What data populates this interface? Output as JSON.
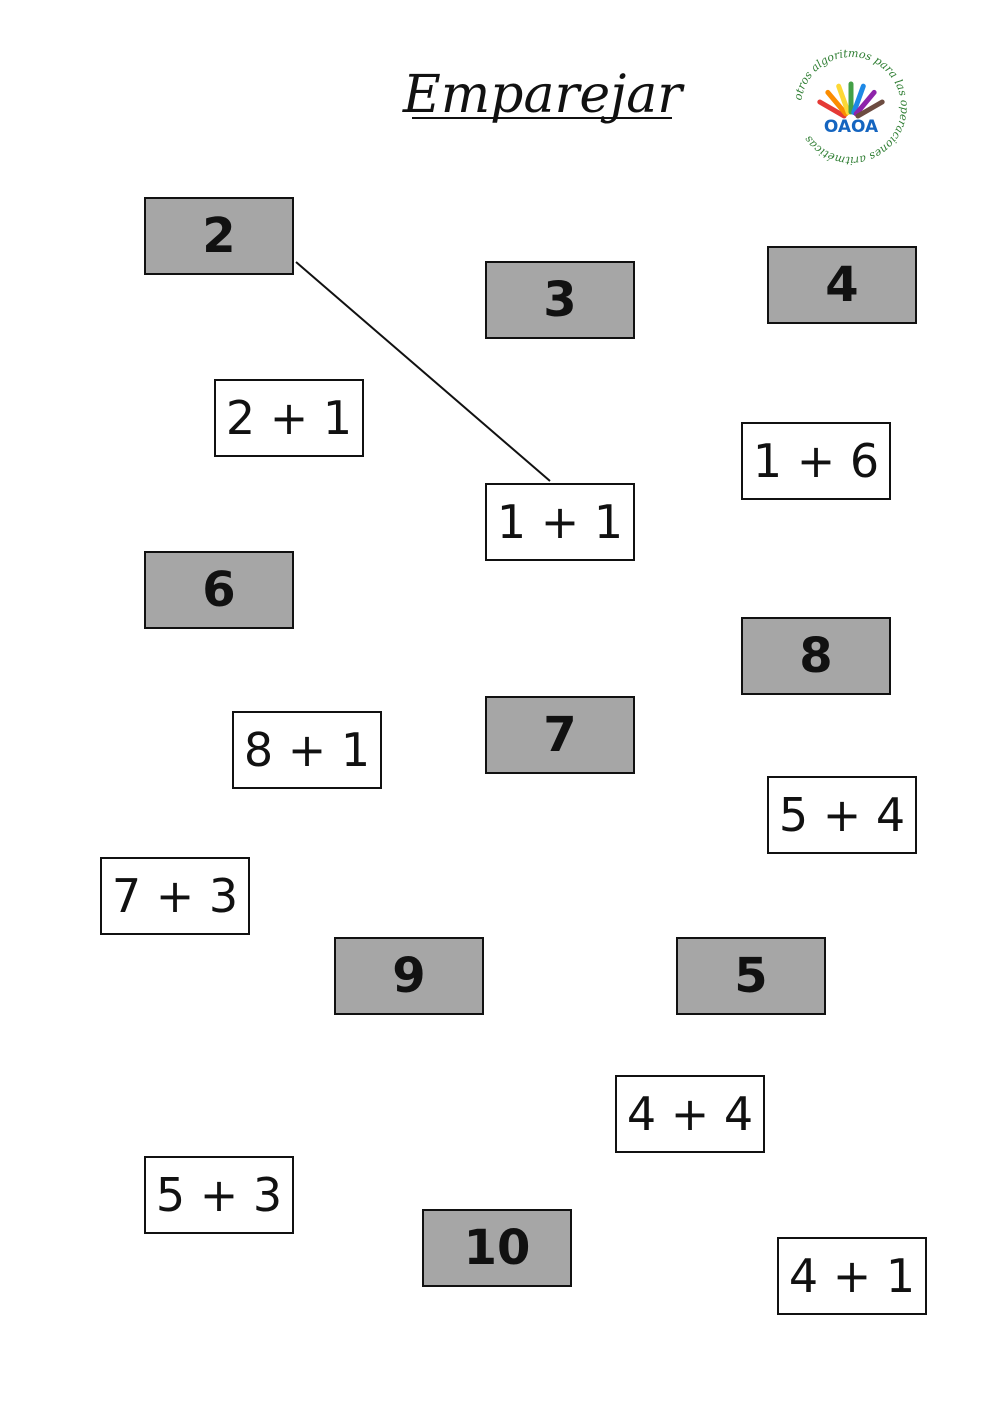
{
  "worksheet": {
    "title": "Emparejar",
    "logo": {
      "icon": "oaoa-logo-icon",
      "brand": "OAOA",
      "ring_text": "otros algoritmos para las operaciones aritméticas",
      "colors": [
        "#e53935",
        "#fb8c00",
        "#fdd835",
        "#43a047",
        "#1e88e5",
        "#8e24aa",
        "#6d4c41"
      ]
    },
    "number_cards": [
      {
        "value": "2"
      },
      {
        "value": "3"
      },
      {
        "value": "4"
      },
      {
        "value": "6"
      },
      {
        "value": "8"
      },
      {
        "value": "7"
      },
      {
        "value": "9"
      },
      {
        "value": "5"
      },
      {
        "value": "10"
      }
    ],
    "expression_cards": [
      {
        "text": "2 + 1"
      },
      {
        "text": "1 + 6"
      },
      {
        "text": "1 + 1"
      },
      {
        "text": "8 + 1"
      },
      {
        "text": "5 + 4"
      },
      {
        "text": "7 + 3"
      },
      {
        "text": "4 + 4"
      },
      {
        "text": "5 + 3"
      },
      {
        "text": "4 + 1"
      }
    ],
    "example_match": {
      "number": "2",
      "expression": "1 + 1"
    },
    "colors": {
      "number_fill": "#a6a6a6",
      "expression_fill": "#ffffff",
      "border": "#111111"
    }
  }
}
